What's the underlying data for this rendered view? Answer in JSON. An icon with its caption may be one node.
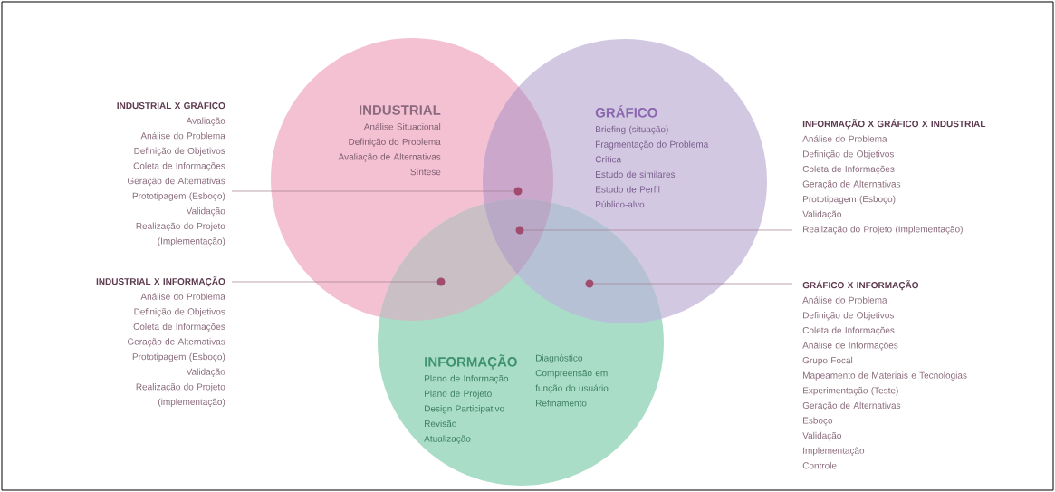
{
  "diagram": {
    "nodes": [
      {
        "text": [
          "INDUSTRIAL",
          "Análise Situacional",
          "Definição do Problema",
          "Avaliação de Alternativas",
          "Síntese"
        ]
      },
      {
        "text": [
          "GRÁFICO",
          "Briefing (situação)",
          "Fragmentação do Problema",
          "Crítica",
          "Estudo de similares",
          "Estudo de Perfil",
          "Público-alvo"
        ]
      },
      {
        "text": [
          "INFORMAÇÃO",
          "Plano de Informação",
          "Plano de Projeto",
          "Design Participativo",
          "Revisão",
          "Atualização",
          "Diagnóstico",
          "Compreensão em função do usuário",
          "Refinamento"
        ]
      },
      {
        "text": [
          "INDUSTRIAL X GRÁFICO",
          "Avaliação",
          "Análise do Problema",
          "Definição de Objetivos",
          "Coleta de Informações",
          "Geração de Alternativas",
          "Prototipagem (Esboço)",
          "Validação",
          "Realização do Projeto (Implementação)"
        ]
      },
      {
        "text": [
          "INFORMAÇÃO X GRÁFICO X INDUSTRIAL",
          "Análise do Problema",
          "Definição de Objetivos",
          "Coleta de Informações",
          "Geração de Alternativas",
          "Prototipagem (Esboço)",
          "Validação",
          "Realização do Projeto (Implementação)"
        ]
      },
      {
        "text": [
          "INDUSTRIAL X INFORMAÇÃO",
          "Análise do Problema",
          "Definição de Objetivos",
          "Coleta de Informações",
          "Geração de Alternativas",
          "Prototipagem (Esboço)",
          "Validação",
          "Realização do Projeto (implementação)"
        ]
      },
      {
        "text": [
          "GRÁFICO X INFORMAÇÃO",
          "Análise do Problema",
          "Definição de Objetivos",
          "Coleta de Informações",
          "Análise de Informações",
          "Grupo Focal",
          "Mapeamento de Materiais e Tecnologias",
          "Experimentação (Teste)",
          "Geração de Alternativas",
          "Esboço",
          "Validação",
          "Implementação",
          "Controle"
        ]
      },
      {
        "text": [],
        "shape": "circle"
      },
      {
        "text": [],
        "shape": "circle"
      },
      {
        "text": [],
        "shape": "circle"
      },
      {
        "text": [],
        "shape": "circle"
      }
    ],
    "edges": [
      {
        "from": 3,
        "to": 7,
        "arrow": "none"
      },
      {
        "from": 4,
        "to": 8,
        "arrow": "none"
      },
      {
        "from": 5,
        "to": 9,
        "arrow": "none"
      },
      {
        "from": 6,
        "to": 10,
        "arrow": "none"
      }
    ]
  }
}
